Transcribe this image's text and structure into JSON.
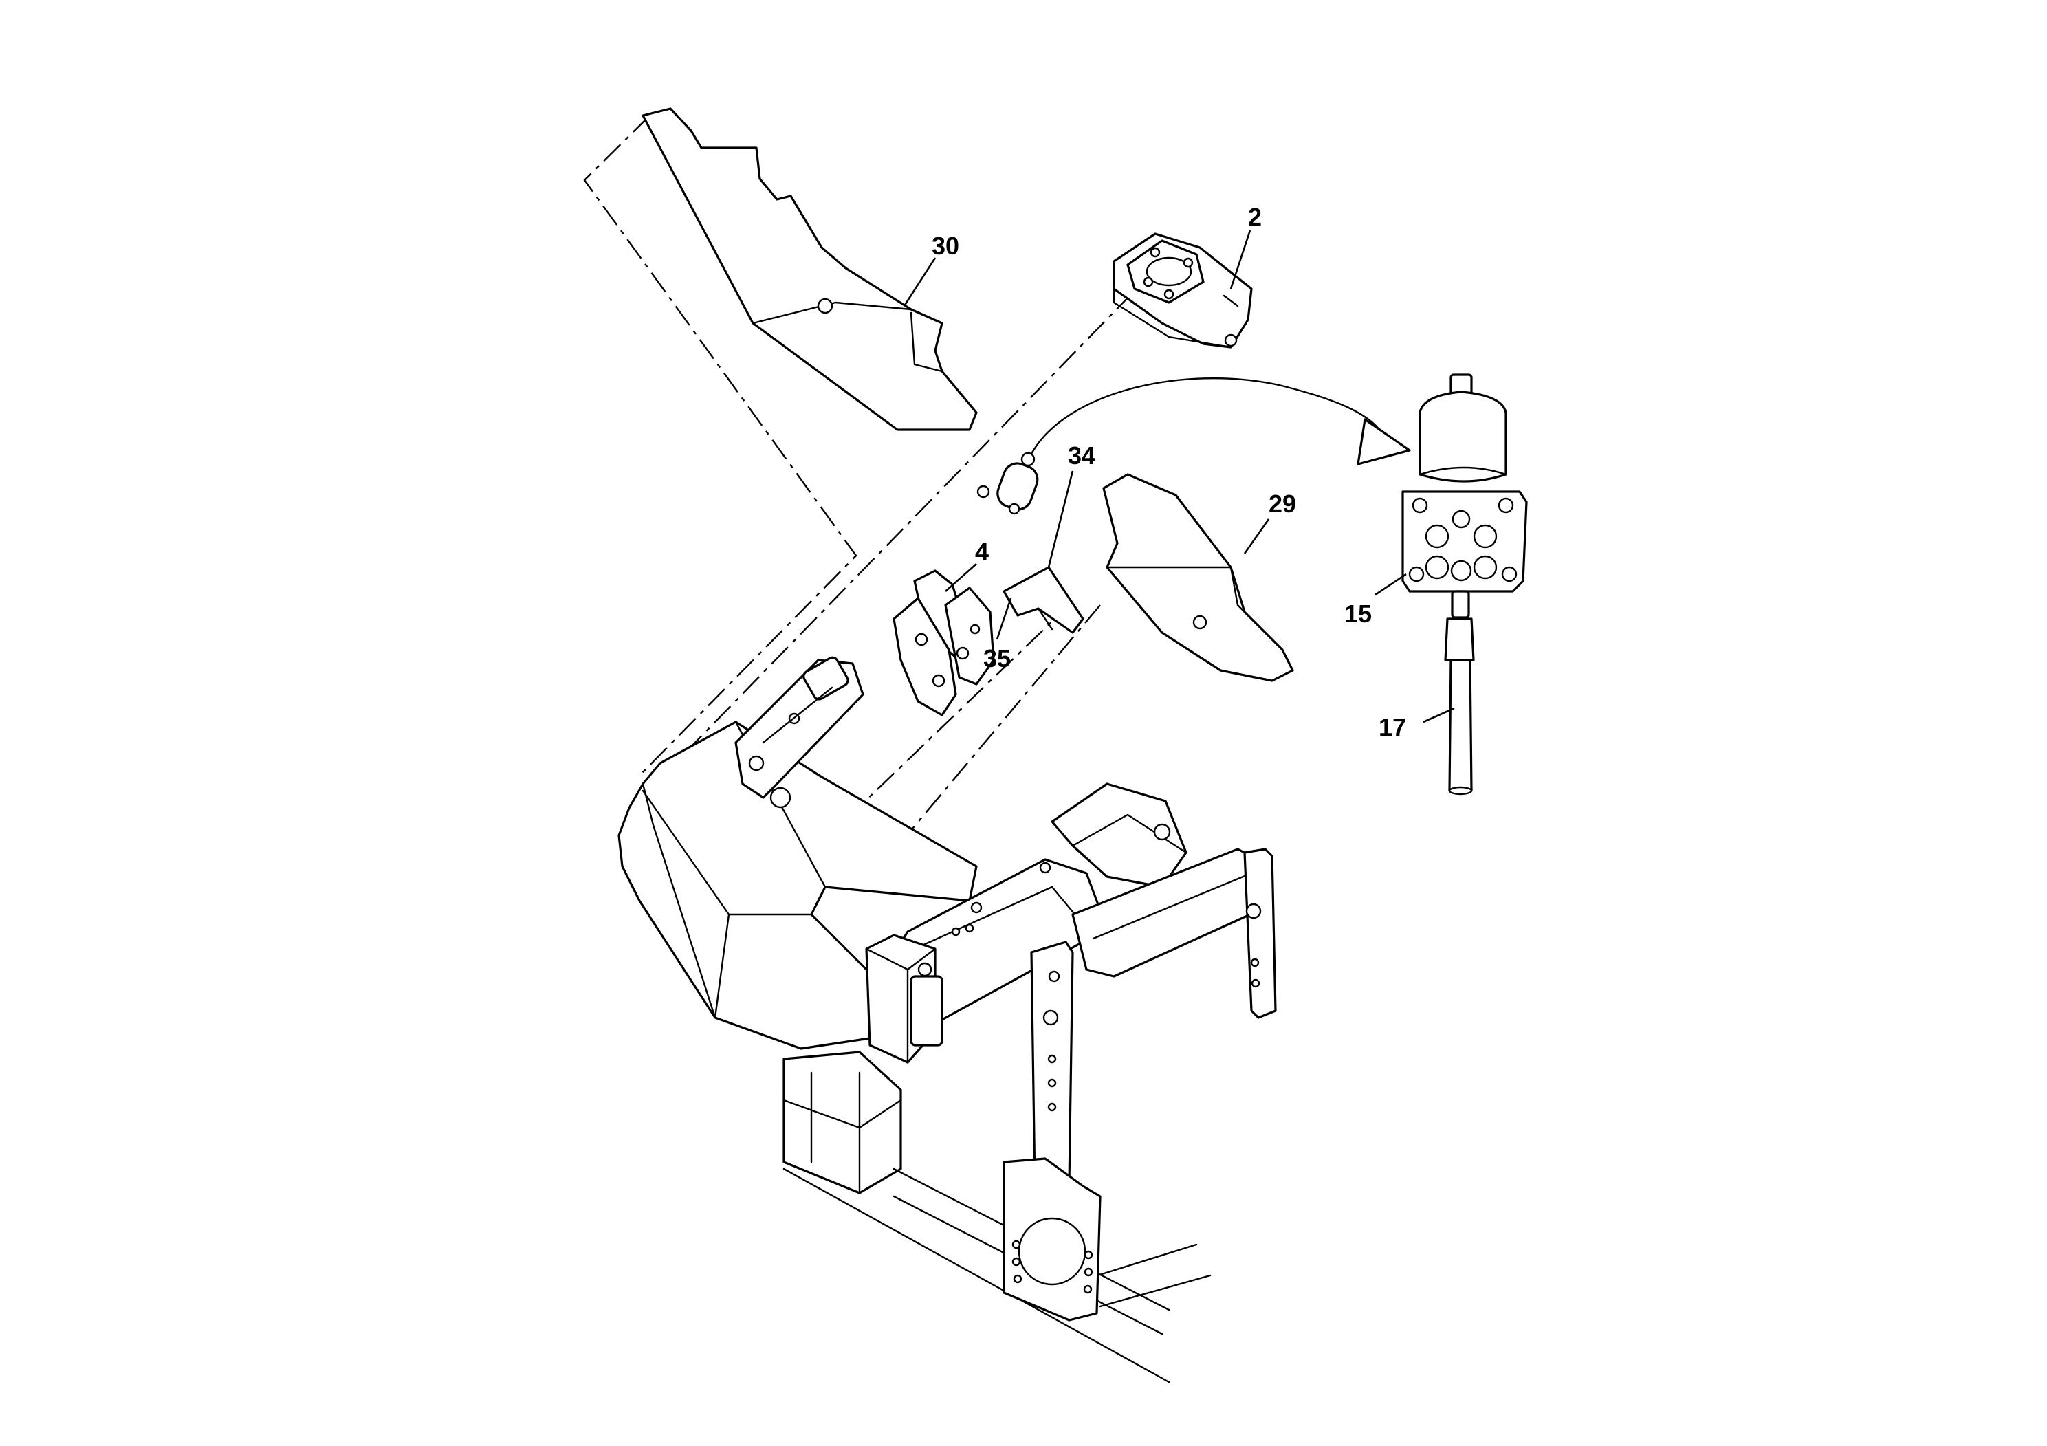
{
  "diagram": {
    "callouts": [
      {
        "id": "part-30",
        "label": "30"
      },
      {
        "id": "part-2",
        "label": "2"
      },
      {
        "id": "part-34",
        "label": "34"
      },
      {
        "id": "part-29",
        "label": "29"
      },
      {
        "id": "part-4",
        "label": "4"
      },
      {
        "id": "part-35",
        "label": "35"
      },
      {
        "id": "part-15",
        "label": "15"
      },
      {
        "id": "part-17",
        "label": "17"
      }
    ],
    "colors": {
      "line": "#000000",
      "background": "#ffffff"
    }
  }
}
